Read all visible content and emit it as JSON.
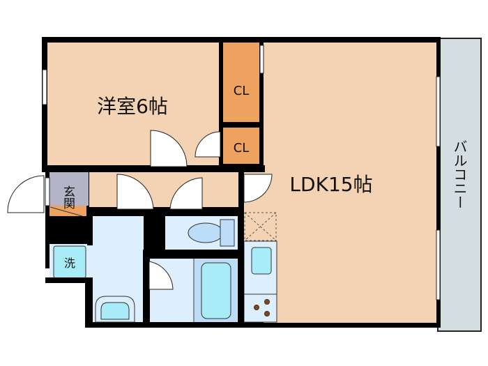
{
  "rooms": {
    "bedroom": "洋室6帖",
    "closet_1": "CL",
    "closet_2": "CL",
    "ldk": "LDK15帖",
    "entrance": "玄関",
    "washer": "洗",
    "balcony": "バルコニー"
  },
  "colors": {
    "room": "#f4d2b4",
    "closet": "#eda35f",
    "entrance": "#b4b4c8",
    "wet_area": "#ddeefc",
    "fixture": "#a8ecf8",
    "balcony": "#d4dde0",
    "wall": "#000000"
  }
}
